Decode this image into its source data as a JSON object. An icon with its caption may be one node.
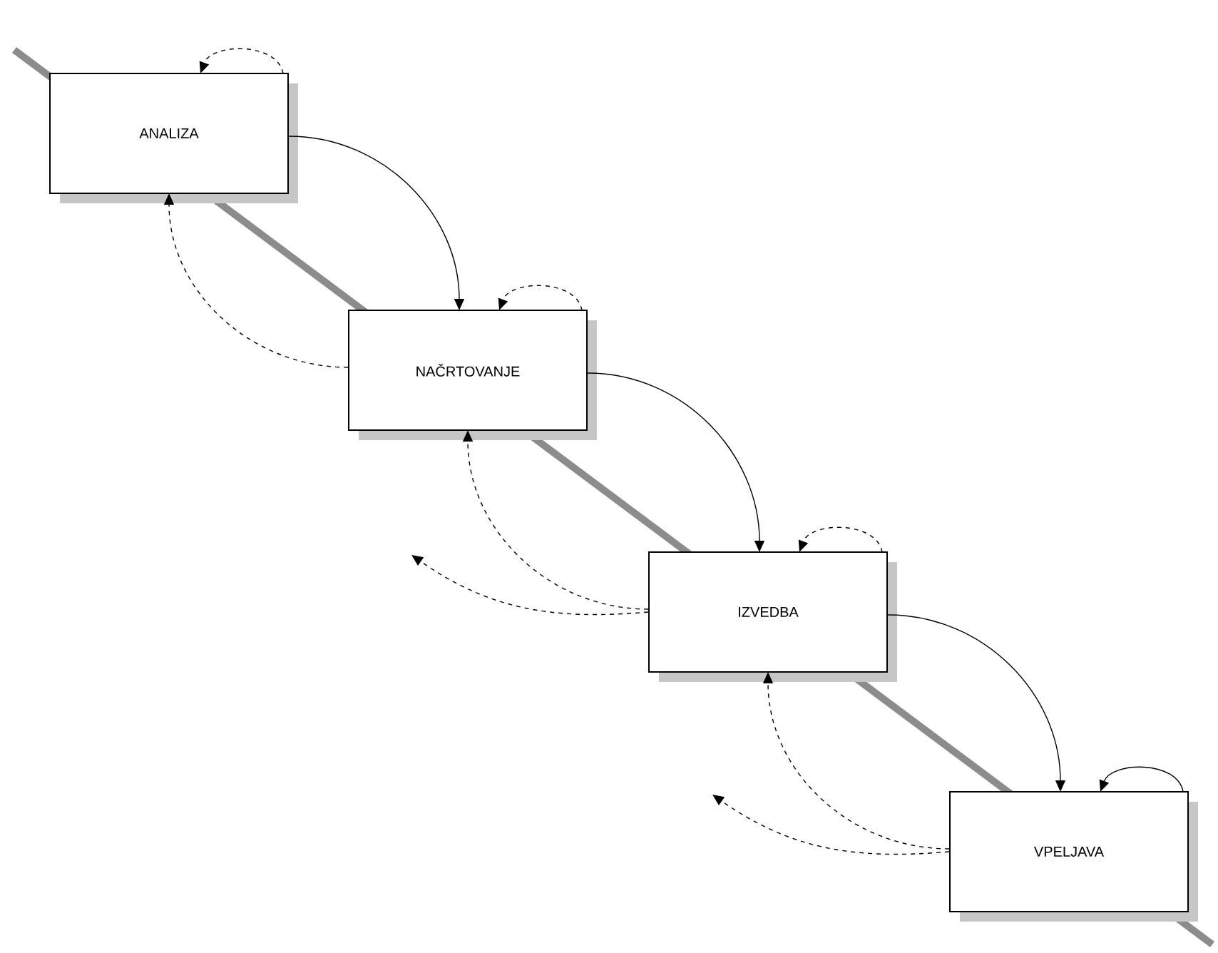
{
  "diagram": {
    "nodes": [
      {
        "text": [
          "ANALIZA"
        ]
      },
      {
        "text": [
          "NAČRTOVANJE"
        ]
      },
      {
        "text": [
          "IZVEDBA"
        ]
      },
      {
        "text": [
          "VPELJAVA"
        ]
      }
    ],
    "edges": [
      {
        "from": 0,
        "to": 1,
        "arrow": "to"
      },
      {
        "from": 1,
        "to": 2,
        "arrow": "to"
      },
      {
        "from": 2,
        "to": 3,
        "arrow": "to"
      },
      {
        "from": 0,
        "to": 0,
        "arrow": "to",
        "style": "dashed"
      },
      {
        "from": 1,
        "to": 1,
        "arrow": "to",
        "style": "dashed"
      },
      {
        "from": 2,
        "to": 2,
        "arrow": "to",
        "style": "dashed"
      },
      {
        "from": 3,
        "to": 3,
        "arrow": "to"
      },
      {
        "from": 1,
        "to": 0,
        "arrow": "to",
        "style": "dashed"
      },
      {
        "from": 2,
        "to": 1,
        "arrow": "to",
        "style": "dashed"
      },
      {
        "from": 3,
        "to": 2,
        "arrow": "to",
        "style": "dashed"
      },
      {
        "from": 2,
        "to": null,
        "arrow": "to",
        "style": "dashed"
      },
      {
        "from": 3,
        "to": null,
        "arrow": "to",
        "style": "dashed"
      }
    ]
  }
}
